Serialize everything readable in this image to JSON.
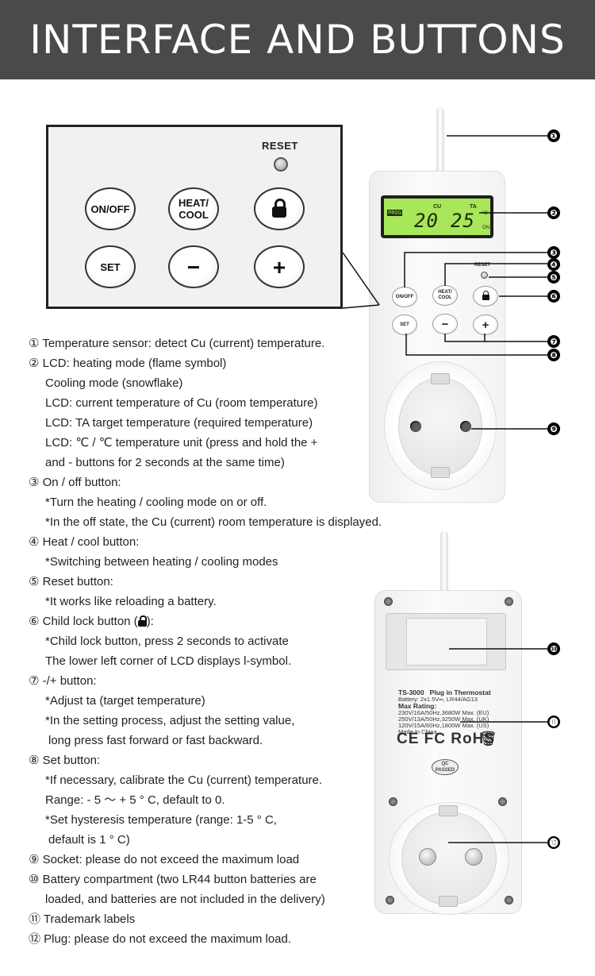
{
  "header": {
    "title": "INTERFACE AND BUTTONS"
  },
  "zoom_panel": {
    "reset_label": "RESET",
    "buttons": {
      "on_off": "ON/OFF",
      "heat_cool": "HEAT/\nCOOL",
      "set": "SET",
      "minus": "−",
      "plus": "+"
    }
  },
  "device_front": {
    "lcd": {
      "prog": "PROG",
      "cu_label": "CU",
      "ta_label": "TA",
      "cu_value": "20",
      "ta_value": "25",
      "on": "ON",
      "unit": "°C"
    },
    "reset_label": "RESET",
    "buttons": {
      "on_off": "ON/OFF",
      "heat_cool": "HEAT/\nCOOL",
      "set": "SET",
      "minus": "−",
      "plus": "+"
    }
  },
  "device_back": {
    "label_lines": [
      "TS-3000   Plug in Thermostat",
      "Battery: 2x1.5V═, LR44/AG13",
      "Max Rating:",
      "230V/16A/50Hz,3680W Max. (EU)",
      "250V/13A/50Hz,3250W Max. (UK)",
      "120V/15A/60Hz,1800W Max. (US)",
      "Made In China"
    ],
    "marks": "CE FC RoHS",
    "qc": "QC\nPASSED"
  },
  "callouts": [
    "❶",
    "❷",
    "❸",
    "❹",
    "❺",
    "❻",
    "❼",
    "❽",
    "❾",
    "❿",
    "⓫",
    "⓬"
  ],
  "descriptions": [
    {
      "text": "① Temperature sensor: detect Cu (current) temperature.",
      "indent": 0
    },
    {
      "text": "② LCD: heating mode (flame symbol)",
      "indent": 0
    },
    {
      "text": "Cooling mode (snowflake)",
      "indent": 1
    },
    {
      "text": "LCD: current temperature of Cu (room temperature)",
      "indent": 1
    },
    {
      "text": "LCD: TA target temperature (required temperature)",
      "indent": 1
    },
    {
      "text": "LCD: ℃ / ℃ temperature unit (press and hold the +",
      "indent": 1
    },
    {
      "text": "and - buttons for 2 seconds at the same time)",
      "indent": 1
    },
    {
      "text": "③ On / off button:",
      "indent": 0
    },
    {
      "text": "*Turn the heating / cooling mode on or off.",
      "indent": 1
    },
    {
      "text": "*In the off state, the Cu (current) room temperature is displayed.",
      "indent": 1
    },
    {
      "text": "④ Heat / cool button:",
      "indent": 0
    },
    {
      "text": "*Switching between heating / cooling modes",
      "indent": 1
    },
    {
      "text": "⑤ Reset button:",
      "indent": 0
    },
    {
      "text": "*It works like reloading a battery.",
      "indent": 1
    },
    {
      "text": "⑥ Child lock button (",
      "indent": 0,
      "lock": true,
      "after": "):"
    },
    {
      "text": "*Child lock button, press 2 seconds to activate",
      "indent": 1
    },
    {
      "text": "The lower left corner of LCD displays l-symbol.",
      "indent": 1
    },
    {
      "text": "⑦ -/+ button:",
      "indent": 0
    },
    {
      "text": "*Adjust ta (target temperature)",
      "indent": 1
    },
    {
      "text": "*In the setting process, adjust the setting value,",
      "indent": 1
    },
    {
      "text": "long press fast forward or fast backward.",
      "indent": 2
    },
    {
      "text": "⑧ Set button:",
      "indent": 0
    },
    {
      "text": "*If necessary, calibrate the Cu (current) temperature.",
      "indent": 1
    },
    {
      "text": "Range: - 5 ～ + 5 ° C, default to 0.",
      "indent": 1
    },
    {
      "text": "*Set hysteresis temperature (range: 1-5 ° C,",
      "indent": 1
    },
    {
      "text": "default is 1 ° C)",
      "indent": 2
    },
    {
      "text": "⑨ Socket: please do not exceed the maximum load",
      "indent": 0
    },
    {
      "text": "⑩ Battery compartment (two LR44 button batteries are",
      "indent": 0
    },
    {
      "text": "loaded, and batteries are not included in the delivery)",
      "indent": 1
    },
    {
      "text": "⑪ Trademark labels",
      "indent": 0
    },
    {
      "text": "⑫ Plug: please do not exceed the maximum load.",
      "indent": 0
    }
  ]
}
